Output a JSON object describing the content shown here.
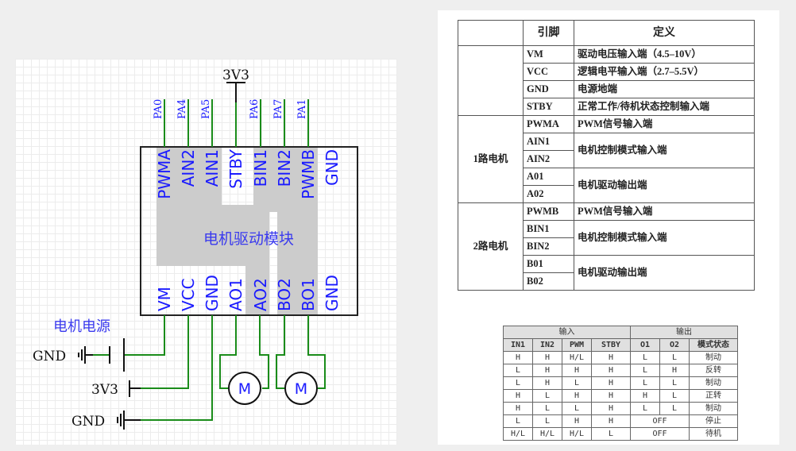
{
  "schematic": {
    "supply_top": "3V3",
    "module_label": "电机驱动模块",
    "top_pins": [
      {
        "name": "PWMA",
        "net": "PA0"
      },
      {
        "name": "AIN2",
        "net": "PA4"
      },
      {
        "name": "AIN1",
        "net": "PA5"
      },
      {
        "name": "STBY",
        "net": ""
      },
      {
        "name": "BIN1",
        "net": "PA6"
      },
      {
        "name": "BIN2",
        "net": "PA7"
      },
      {
        "name": "PWMB",
        "net": "PA1"
      },
      {
        "name": "GND",
        "net": ""
      }
    ],
    "bottom_pins": [
      "VM",
      "VCC",
      "GND",
      "AO1",
      "AO2",
      "BO2",
      "BO1",
      "GND"
    ],
    "motor_power_label": "电机电源",
    "gnd_label_1": "GND",
    "vcc_label": "3V3",
    "gnd_label_2": "GND",
    "motor_symbol": "M",
    "colors": {
      "wire": "#1a8c1a",
      "pin_text": "#1a1aff",
      "net_text": "#1a1aff",
      "highlight": "#cccccc"
    }
  },
  "pin_table": {
    "headers": [
      "",
      "引脚",
      "定义"
    ],
    "groups": [
      {
        "label": "",
        "rows": [
          {
            "pin": "VM",
            "def": "驱动电压输入端（4.5–10V）"
          },
          {
            "pin": "VCC",
            "def": "逻辑电平输入端（2.7–5.5V）"
          },
          {
            "pin": "GND",
            "def": "电源地端"
          },
          {
            "pin": "STBY",
            "def": "正常工作/待机状态控制输入端"
          }
        ]
      },
      {
        "label": "1路电机",
        "rows": [
          {
            "pin": "PWMA",
            "def": "PWM信号输入端"
          },
          {
            "pin": "AIN1",
            "def": "电机控制模式输入端"
          },
          {
            "pin": "AIN2",
            "def": ""
          },
          {
            "pin": "A01",
            "def": "电机驱动输出端"
          },
          {
            "pin": "A02",
            "def": ""
          }
        ]
      },
      {
        "label": "2路电机",
        "rows": [
          {
            "pin": "PWMB",
            "def": "PWM信号输入端"
          },
          {
            "pin": "BIN1",
            "def": "电机控制模式输入端"
          },
          {
            "pin": "BIN2",
            "def": ""
          },
          {
            "pin": "B01",
            "def": "电机驱动输出端"
          },
          {
            "pin": "B02",
            "def": ""
          }
        ]
      }
    ]
  },
  "truth_table": {
    "group_headers": {
      "input": "输入",
      "output": "输出"
    },
    "headers": [
      "IN1",
      "IN2",
      "PWM",
      "STBY",
      "O1",
      "O2",
      "模式状态"
    ],
    "rows": [
      [
        "H",
        "H",
        "H/L",
        "H",
        "L",
        "L",
        "制动"
      ],
      [
        "L",
        "H",
        "H",
        "H",
        "L",
        "H",
        "反转"
      ],
      [
        "L",
        "H",
        "L",
        "H",
        "L",
        "L",
        "制动"
      ],
      [
        "H",
        "L",
        "H",
        "H",
        "H",
        "L",
        "正转"
      ],
      [
        "H",
        "L",
        "L",
        "H",
        "L",
        "L",
        "制动"
      ],
      [
        "L",
        "L",
        "H",
        "H",
        "OFF",
        null,
        "停止"
      ],
      [
        "H/L",
        "H/L",
        "H/L",
        "L",
        "OFF",
        null,
        "待机"
      ]
    ]
  }
}
